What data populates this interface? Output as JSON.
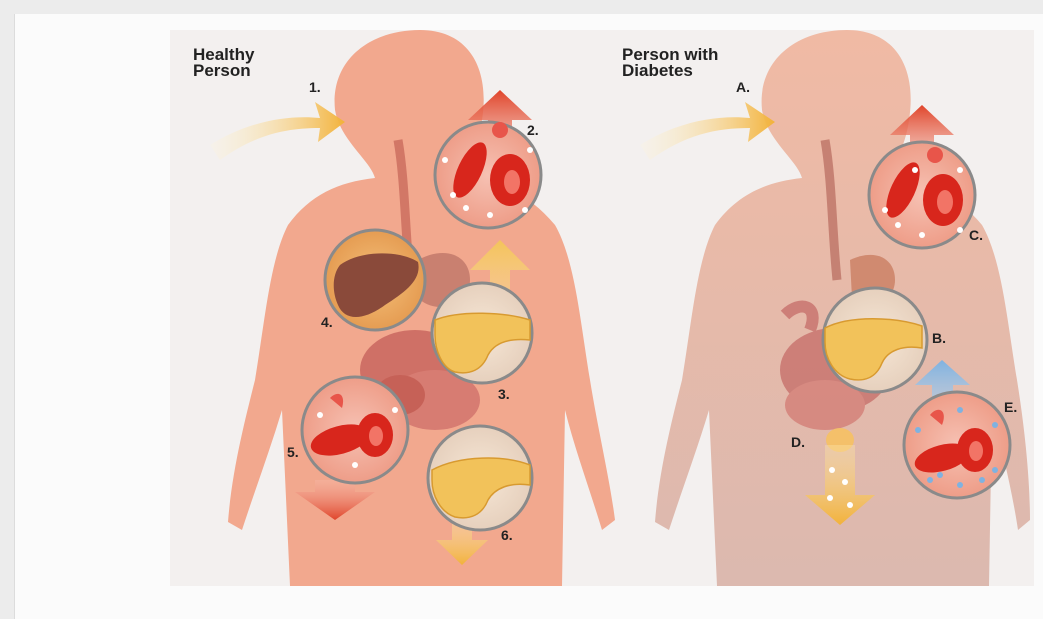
{
  "panels": {
    "healthy": {
      "title_line1": "Healthy",
      "title_line2": "Person",
      "markers": [
        "1.",
        "2.",
        "3.",
        "4.",
        "5.",
        "6."
      ]
    },
    "diabetes": {
      "title_line1": "Person with",
      "title_line2": "Diabetes",
      "markers": [
        "A.",
        "B.",
        "C.",
        "D.",
        "E."
      ]
    }
  },
  "colors": {
    "skin_healthy": "#f2a88e",
    "skin_diabetes": "#e8b1a0",
    "organ": "#c96a5c",
    "liver": "#8a4a3a",
    "blood_cell": "#d8261c",
    "pancreas": "#f2c25a",
    "arrow_red": "#e0442a",
    "arrow_yellow": "#f2b23a",
    "arrow_blue": "#7fb2e0"
  },
  "icons": [
    "red-up-arrow-icon",
    "yellow-down-arrow-icon",
    "blue-up-arrow-icon",
    "red-down-arrow-icon",
    "yellow-intake-arrow-icon"
  ]
}
